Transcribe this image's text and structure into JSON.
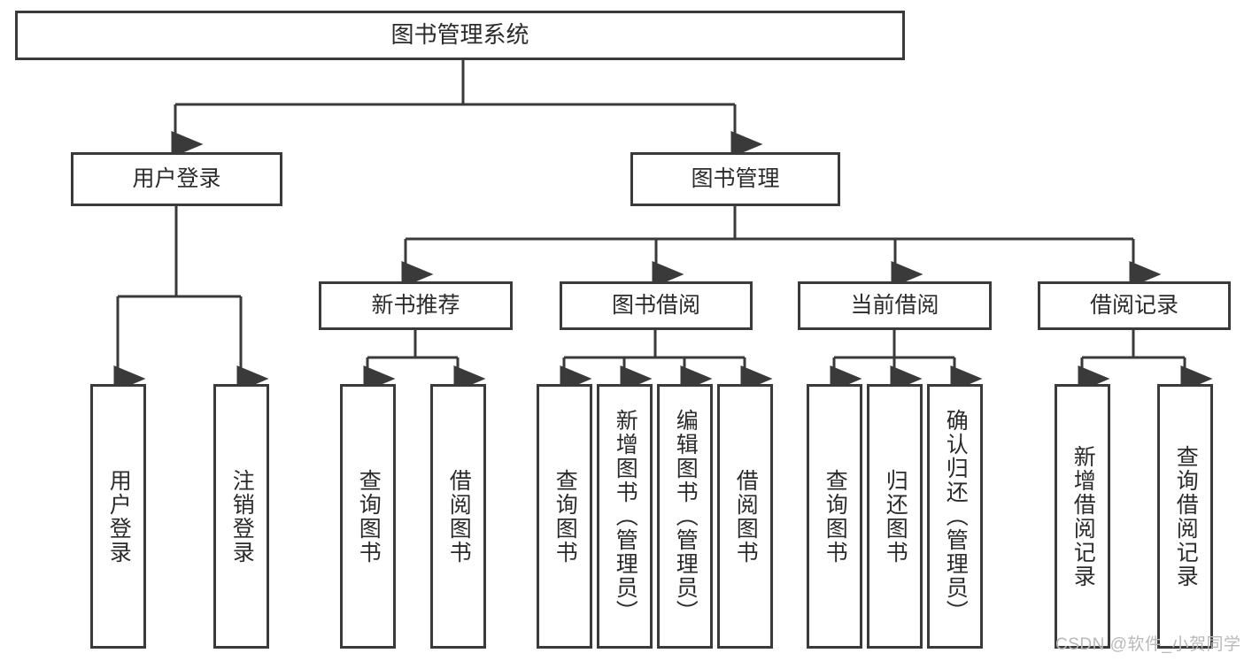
{
  "diagram": {
    "type": "tree",
    "title": "图书管理系统",
    "root": {
      "label": "图书管理系统"
    },
    "level2": [
      {
        "label": "用户登录"
      },
      {
        "label": "图书管理"
      }
    ],
    "level3": [
      {
        "label": "新书推荐"
      },
      {
        "label": "图书借阅"
      },
      {
        "label": "当前借阅"
      },
      {
        "label": "借阅记录"
      }
    ],
    "leaves": {
      "user_login": [
        {
          "label": "用户登录"
        },
        {
          "label": "注销登录"
        }
      ],
      "new_book_recommend": [
        {
          "label": "查询图书"
        },
        {
          "label": "借阅图书"
        }
      ],
      "book_borrow": [
        {
          "label": "查询图书"
        },
        {
          "label": "新增图书（管理员）"
        },
        {
          "label": "编辑图书（管理员）"
        },
        {
          "label": "借阅图书"
        }
      ],
      "current_borrow": [
        {
          "label": "查询图书"
        },
        {
          "label": "归还图书"
        },
        {
          "label": "确认归还（管理员）"
        }
      ],
      "borrow_records": [
        {
          "label": "新增借阅记录"
        },
        {
          "label": "查询借阅记录"
        }
      ]
    }
  },
  "watermark": {
    "text": "CSDN @软件_小贺同学"
  },
  "colors": {
    "stroke": "#3a3a3a",
    "text": "#2b2b2b",
    "background": "#ffffff",
    "watermark": "#b9b9b9"
  }
}
